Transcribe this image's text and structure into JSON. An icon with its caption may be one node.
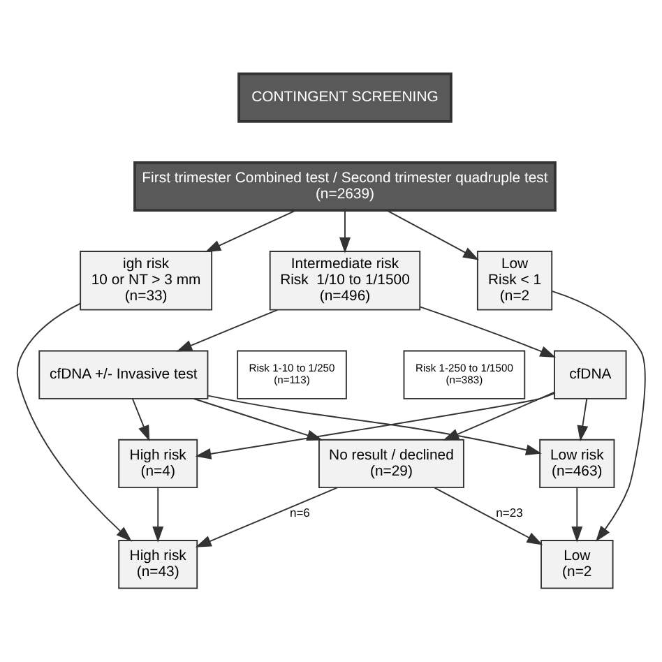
{
  "diagram": {
    "nodes": [
      {
        "text": [
          "CONTINGENT SCREENING"
        ]
      },
      {
        "text": [
          "First trimester Combined test / Second trimester quadruple test",
          "(n=2639)"
        ]
      },
      {
        "text": [
          "igh risk",
          "10 or NT > 3 mm",
          "(n=33)"
        ]
      },
      {
        "text": [
          "Intermediate risk",
          "Risk  1/10 to 1/1500",
          "(n=496)"
        ]
      },
      {
        "text": [
          "Low",
          "Risk < 1",
          "(n=2"
        ]
      },
      {
        "text": [
          "Risk 1-10 to 1/250",
          "(n=113)"
        ]
      },
      {
        "text": [
          "Risk 1-250 to 1/1500",
          "(n=383)"
        ]
      },
      {
        "text": [
          "cfDNA +/- Invasive test"
        ]
      },
      {
        "text": [
          "cfDNA"
        ]
      },
      {
        "text": [
          "High risk",
          "(n=4)"
        ]
      },
      {
        "text": [
          "No result / declined",
          "(n=29)"
        ]
      },
      {
        "text": [
          "Low risk",
          "(n=463)"
        ]
      },
      {
        "text": [
          "High risk",
          "(n=43)"
        ]
      },
      {
        "text": [
          "Low",
          "(n=2"
        ]
      }
    ],
    "edges": [
      {
        "from": 1,
        "to": 2,
        "arrow": "to"
      },
      {
        "from": 1,
        "to": 3,
        "arrow": "to"
      },
      {
        "from": 1,
        "to": 4,
        "arrow": "to"
      },
      {
        "from": 3,
        "to": 7,
        "arrow": "to"
      },
      {
        "from": 3,
        "to": 8,
        "arrow": "to"
      },
      {
        "from": 7,
        "to": 9,
        "arrow": "to"
      },
      {
        "from": 7,
        "to": 10,
        "arrow": "to"
      },
      {
        "from": 7,
        "to": 11,
        "arrow": "to"
      },
      {
        "from": 8,
        "to": 9,
        "arrow": "to"
      },
      {
        "from": 8,
        "to": 10,
        "arrow": "to"
      },
      {
        "from": 8,
        "to": 11,
        "arrow": "to"
      },
      {
        "from": 2,
        "to": 12,
        "arrow": "to"
      },
      {
        "from": 9,
        "to": 12,
        "arrow": "to"
      },
      {
        "from": 10,
        "to": 12,
        "arrow": "to",
        "label": "n=6"
      },
      {
        "from": 4,
        "to": 13,
        "arrow": "to"
      },
      {
        "from": 11,
        "to": 13,
        "arrow": "to"
      },
      {
        "from": 10,
        "to": 13,
        "arrow": "to",
        "label": "n=23"
      }
    ]
  }
}
